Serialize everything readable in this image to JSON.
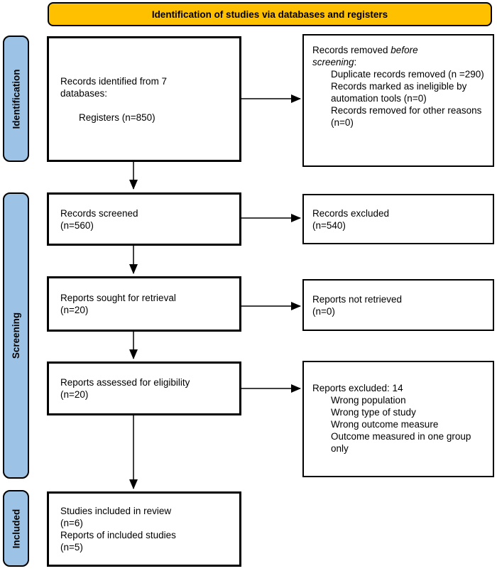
{
  "banner": {
    "label": "Identification of studies via databases and registers"
  },
  "colors": {
    "banner_bg": "#FFC000",
    "stage_bg": "#9CC3E5"
  },
  "stages": [
    {
      "label": "Identification"
    },
    {
      "label": "Screening"
    },
    {
      "label": "Included"
    }
  ],
  "boxes": {
    "identified": {
      "lines": [
        "Records identified from 7",
        "databases:"
      ],
      "indented_line": "Registers (n=850)"
    },
    "removed_before": {
      "title_pre": "Records removed ",
      "title_italic_1": "before",
      "title_italic_2": "screening",
      "title_suffix": ":",
      "items": [
        "Duplicate records removed (n =290)",
        "Records marked as ineligible by automation tools (n=0)",
        "Records removed for other reasons (n=0)"
      ]
    },
    "screened": {
      "lines": [
        "Records screened",
        "(n=560)"
      ]
    },
    "records_excluded": {
      "lines": [
        "Records excluded",
        "(n=540)"
      ]
    },
    "sought": {
      "lines": [
        "Reports sought for retrieval",
        "(n=20)"
      ]
    },
    "not_retrieved": {
      "lines": [
        "Reports not retrieved",
        "(n=0)"
      ]
    },
    "assessed": {
      "lines": [
        "Reports assessed for eligibility",
        "(n=20)"
      ]
    },
    "reports_excluded": {
      "title": "Reports excluded: 14",
      "items": [
        "Wrong population",
        "Wrong type of study",
        "Wrong outcome measure",
        "Outcome measured in one group only"
      ]
    },
    "included": {
      "lines": [
        "Studies included in review",
        "(n=6)",
        "Reports of included studies",
        "(n=5)"
      ]
    }
  }
}
